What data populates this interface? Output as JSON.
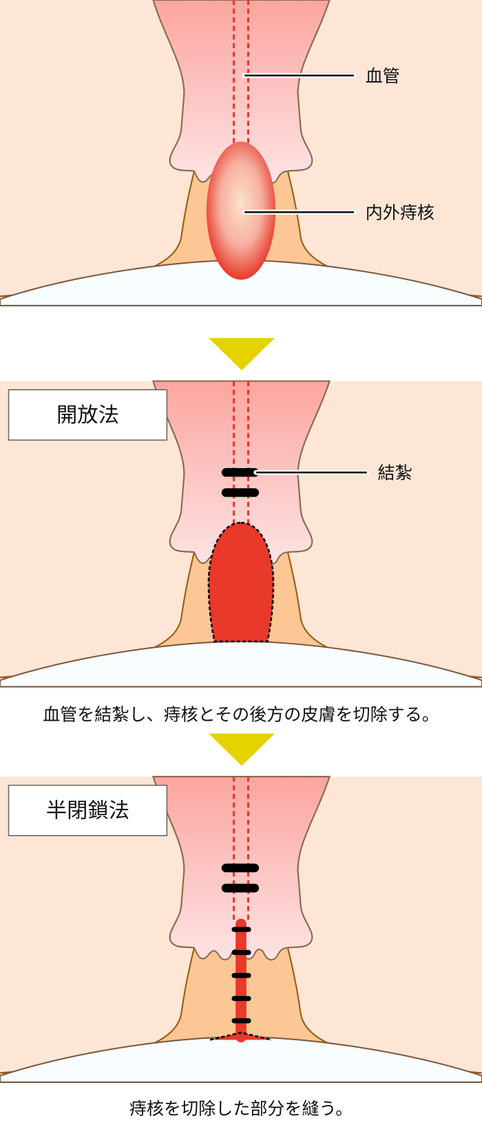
{
  "panel1": {
    "labels": {
      "vessel": "血管",
      "hemorrhoid": "内外痔核"
    }
  },
  "panel2": {
    "method": "開放法",
    "labels": {
      "ligation": "結紮"
    },
    "caption": "血管を結紮し、痔核とその後方の皮膚を切除する。"
  },
  "panel3": {
    "method": "半閉鎖法",
    "caption": "痔核を切除した部分を縫う。"
  },
  "colors": {
    "skin": "#fde6d6",
    "canal": "#fcc794",
    "mucosa_top": "#fca5a0",
    "mucosa_bottom": "#fde2e2",
    "outline": "#9a5a10",
    "red": "#e8392a",
    "arrow": "#e6d200"
  }
}
